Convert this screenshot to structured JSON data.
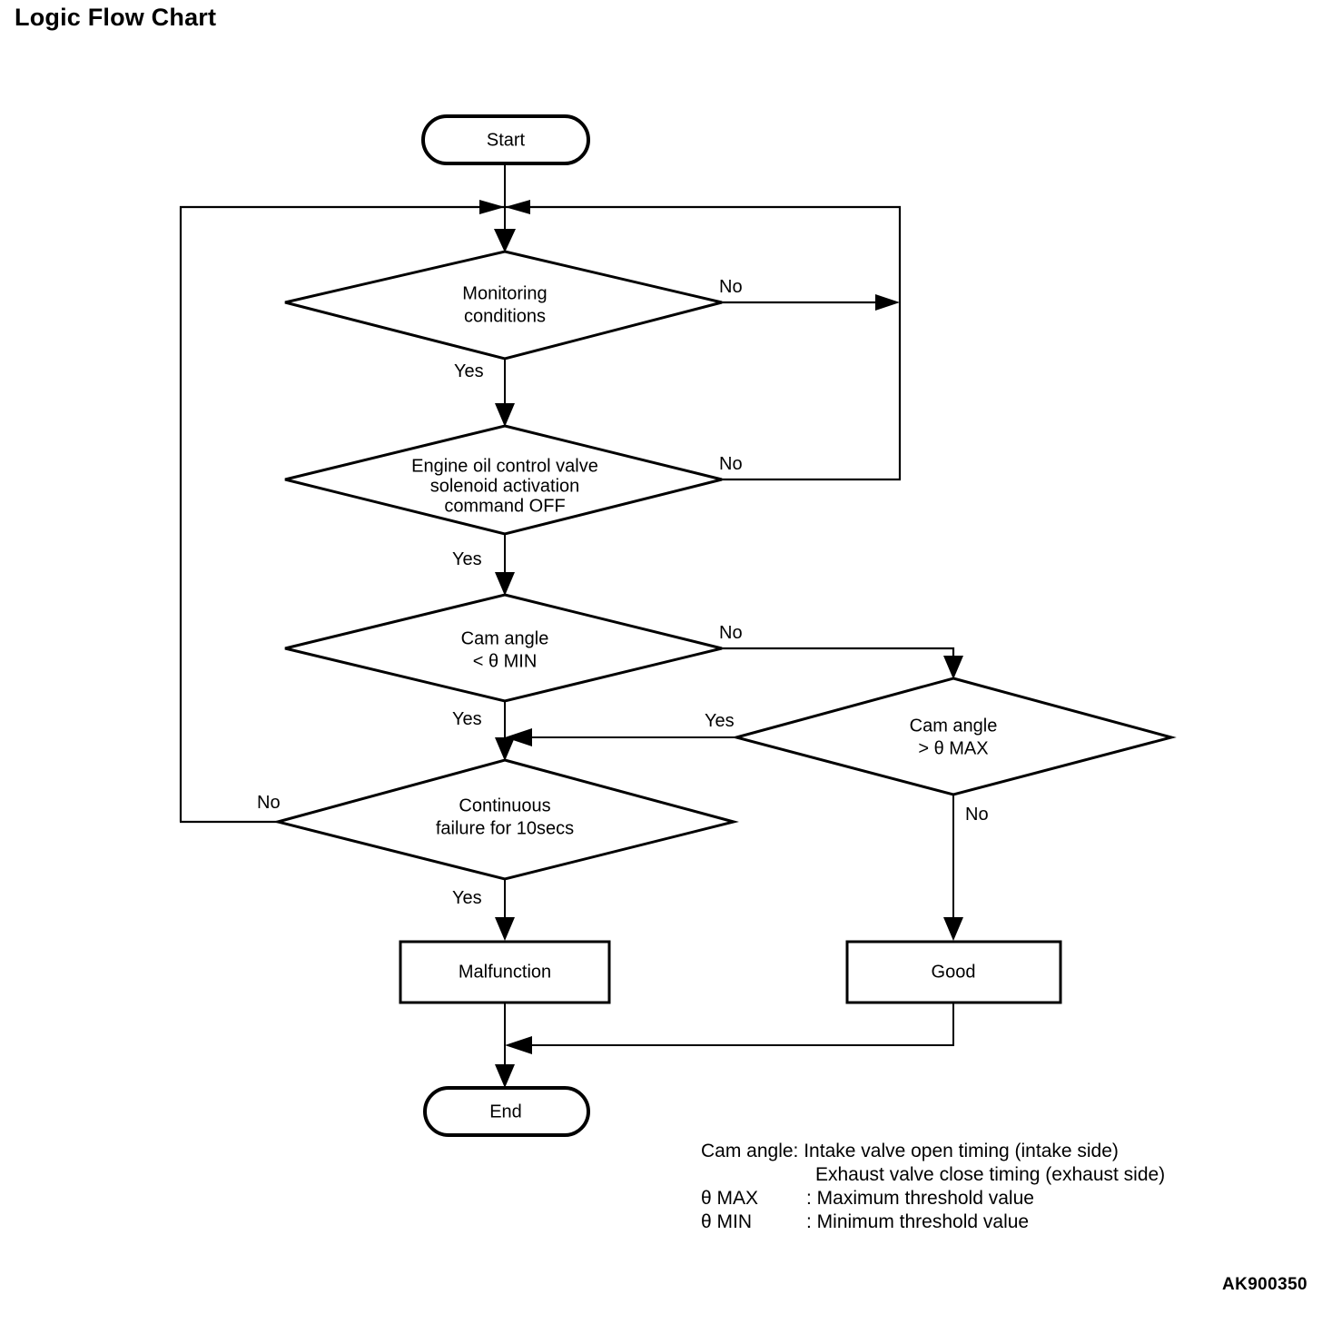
{
  "page": {
    "title": "Logic Flow Chart",
    "artwork_code": "AK900350"
  },
  "chart_data": {
    "type": "diagram",
    "title": "Logic Flow Chart",
    "nodes": [
      {
        "id": "start",
        "shape": "terminator",
        "label": "Start"
      },
      {
        "id": "monitoring",
        "shape": "decision",
        "label_line1": "Monitoring",
        "label_line2": "conditions"
      },
      {
        "id": "solenoid",
        "shape": "decision",
        "label_line1": "Engine oil control valve",
        "label_line2": "solenoid activation",
        "label_line3": "command OFF"
      },
      {
        "id": "cam_min",
        "shape": "decision",
        "label_line1": "Cam angle",
        "label_line2": "< θ MIN"
      },
      {
        "id": "cam_max",
        "shape": "decision",
        "label_line1": "Cam angle",
        "label_line2": "> θ MAX"
      },
      {
        "id": "continuous",
        "shape": "decision",
        "label_line1": "Continuous",
        "label_line2": "failure for 10secs"
      },
      {
        "id": "malfunction",
        "shape": "process",
        "label": "Malfunction"
      },
      {
        "id": "good",
        "shape": "process",
        "label": "Good"
      },
      {
        "id": "end",
        "shape": "terminator",
        "label": "End"
      }
    ],
    "edges": [
      {
        "from": "start",
        "to": "junction",
        "label": ""
      },
      {
        "from": "junction",
        "to": "monitoring",
        "label": ""
      },
      {
        "from": "monitoring",
        "to": "junction",
        "label": "No"
      },
      {
        "from": "monitoring",
        "to": "solenoid",
        "label": "Yes"
      },
      {
        "from": "solenoid",
        "to": "junction",
        "label": "No"
      },
      {
        "from": "solenoid",
        "to": "cam_min",
        "label": "Yes"
      },
      {
        "from": "cam_min",
        "to": "cam_max",
        "label": "No"
      },
      {
        "from": "cam_min",
        "to": "continuous",
        "label": "Yes"
      },
      {
        "from": "cam_max",
        "to": "continuous",
        "label": "Yes"
      },
      {
        "from": "cam_max",
        "to": "good",
        "label": "No"
      },
      {
        "from": "continuous",
        "to": "junction",
        "label": "No"
      },
      {
        "from": "continuous",
        "to": "malfunction",
        "label": "Yes"
      },
      {
        "from": "malfunction",
        "to": "end",
        "label": ""
      },
      {
        "from": "good",
        "to": "end",
        "label": ""
      }
    ],
    "branch_labels": {
      "monitoring_no": "No",
      "monitoring_yes": "Yes",
      "solenoid_no": "No",
      "solenoid_yes": "Yes",
      "cam_min_no": "No",
      "cam_min_yes": "Yes",
      "cam_max_yes": "Yes",
      "cam_max_no": "No",
      "continuous_no": "No",
      "continuous_yes": "Yes"
    }
  },
  "nodes": {
    "start": {
      "label": "Start"
    },
    "monitoring": {
      "line1": "Monitoring",
      "line2": "conditions"
    },
    "solenoid": {
      "line1": "Engine oil control valve",
      "line2": "solenoid activation",
      "line3": "command OFF"
    },
    "cam_min": {
      "line1": "Cam angle",
      "line2": "< θ MIN"
    },
    "cam_max": {
      "line1": "Cam angle",
      "line2": "> θ MAX"
    },
    "continuous": {
      "line1": "Continuous",
      "line2": "failure for 10secs"
    },
    "malfunction": {
      "label": "Malfunction"
    },
    "good": {
      "label": "Good"
    },
    "end": {
      "label": "End"
    }
  },
  "branches": {
    "monitoring_no": "No",
    "monitoring_yes": "Yes",
    "solenoid_no": "No",
    "solenoid_yes": "Yes",
    "cam_min_no": "No",
    "cam_min_yes": "Yes",
    "cam_max_yes": "Yes",
    "cam_max_no": "No",
    "continuous_no": "No",
    "continuous_yes": "Yes"
  },
  "legend": {
    "line1": "Cam angle: Intake valve open timing (intake side)",
    "line2": "Exhaust valve close timing (exhaust side)",
    "line3_term": "θ MAX",
    "line3_desc": ": Maximum threshold value",
    "line4_term": "θ MIN",
    "line4_desc": ": Minimum threshold value"
  },
  "colors": {
    "ink": "#000000",
    "paper": "#ffffff"
  }
}
